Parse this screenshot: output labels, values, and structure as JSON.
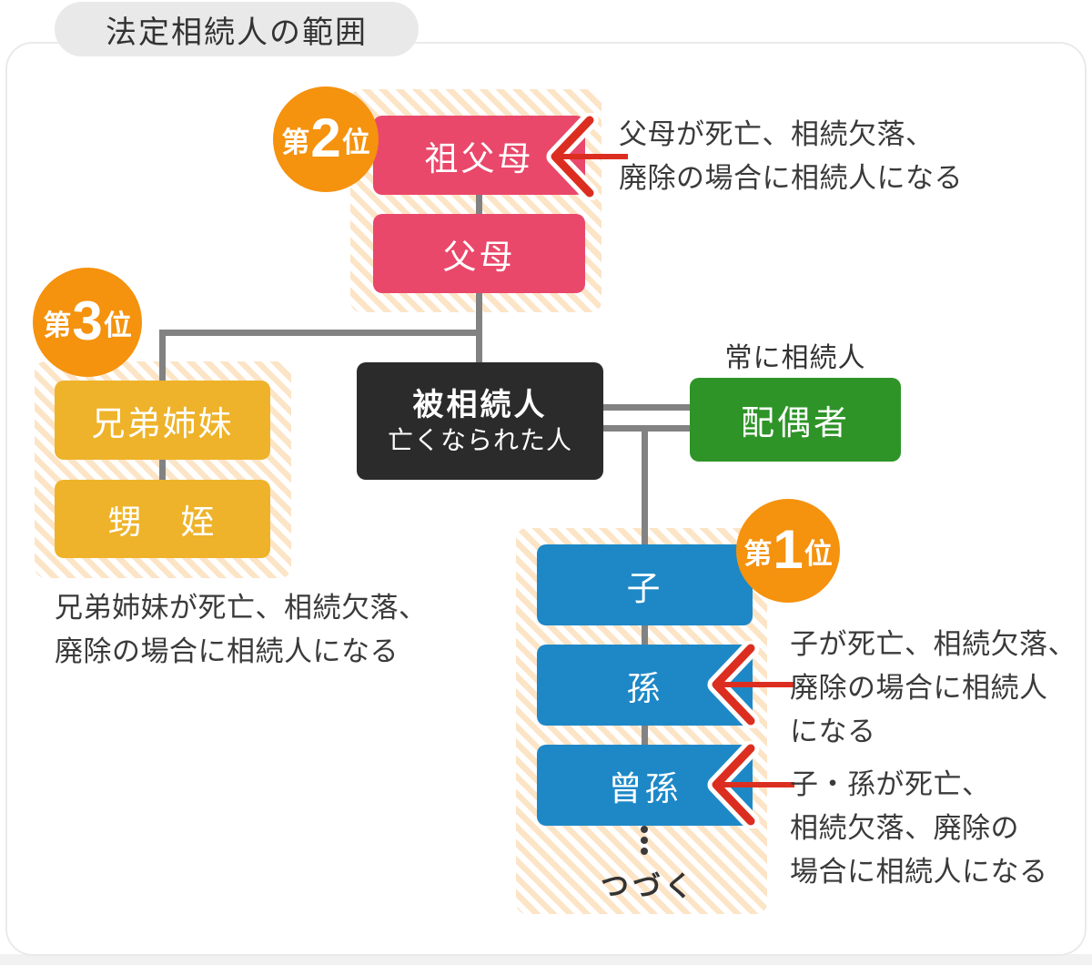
{
  "page": {
    "title": "法定相続人の範囲"
  },
  "colors": {
    "rank_badge_orange": "#f5920e",
    "rank2_pink": "#e9486b",
    "rank3_yellow": "#eeb32a",
    "rank1_blue": "#1e88c7",
    "spouse_green": "#2e9428",
    "deceased_black": "#2b2b2b",
    "connector_gray": "#828282",
    "arrow_red": "#dc2e20",
    "hatch_peach": "#fce4c7",
    "title_pill_gray": "#e9e9e9"
  },
  "nodes": {
    "grandparents": "祖父母",
    "parents": "父母",
    "deceased": "被相続人",
    "deceased_sub": "亡くなられた人",
    "spouse": "配偶者",
    "spouse_note": "常に相続人",
    "siblings": "兄弟姉妹",
    "nephew_niece": "甥　姪",
    "child": "子",
    "grandchild": "孫",
    "great_grandchild": "曾孫",
    "continues": "つづく"
  },
  "badges": {
    "rank1": {
      "pre": "第",
      "num": "1",
      "suf": "位"
    },
    "rank2": {
      "pre": "第",
      "num": "2",
      "suf": "位"
    },
    "rank3": {
      "pre": "第",
      "num": "3",
      "suf": "位"
    }
  },
  "annotations": {
    "grandparents": [
      "父母が死亡、相続欠落、",
      "廃除の場合に相続人になる"
    ],
    "siblings": [
      "兄弟姉妹が死亡、相続欠落、",
      "廃除の場合に相続人になる"
    ],
    "grandchild": [
      "子が死亡、相続欠落、",
      "廃除の場合に相続人",
      "になる"
    ],
    "great_grandchild": [
      "子・孫が死亡、",
      "相続欠落、廃除の",
      "場合に相続人になる"
    ]
  }
}
